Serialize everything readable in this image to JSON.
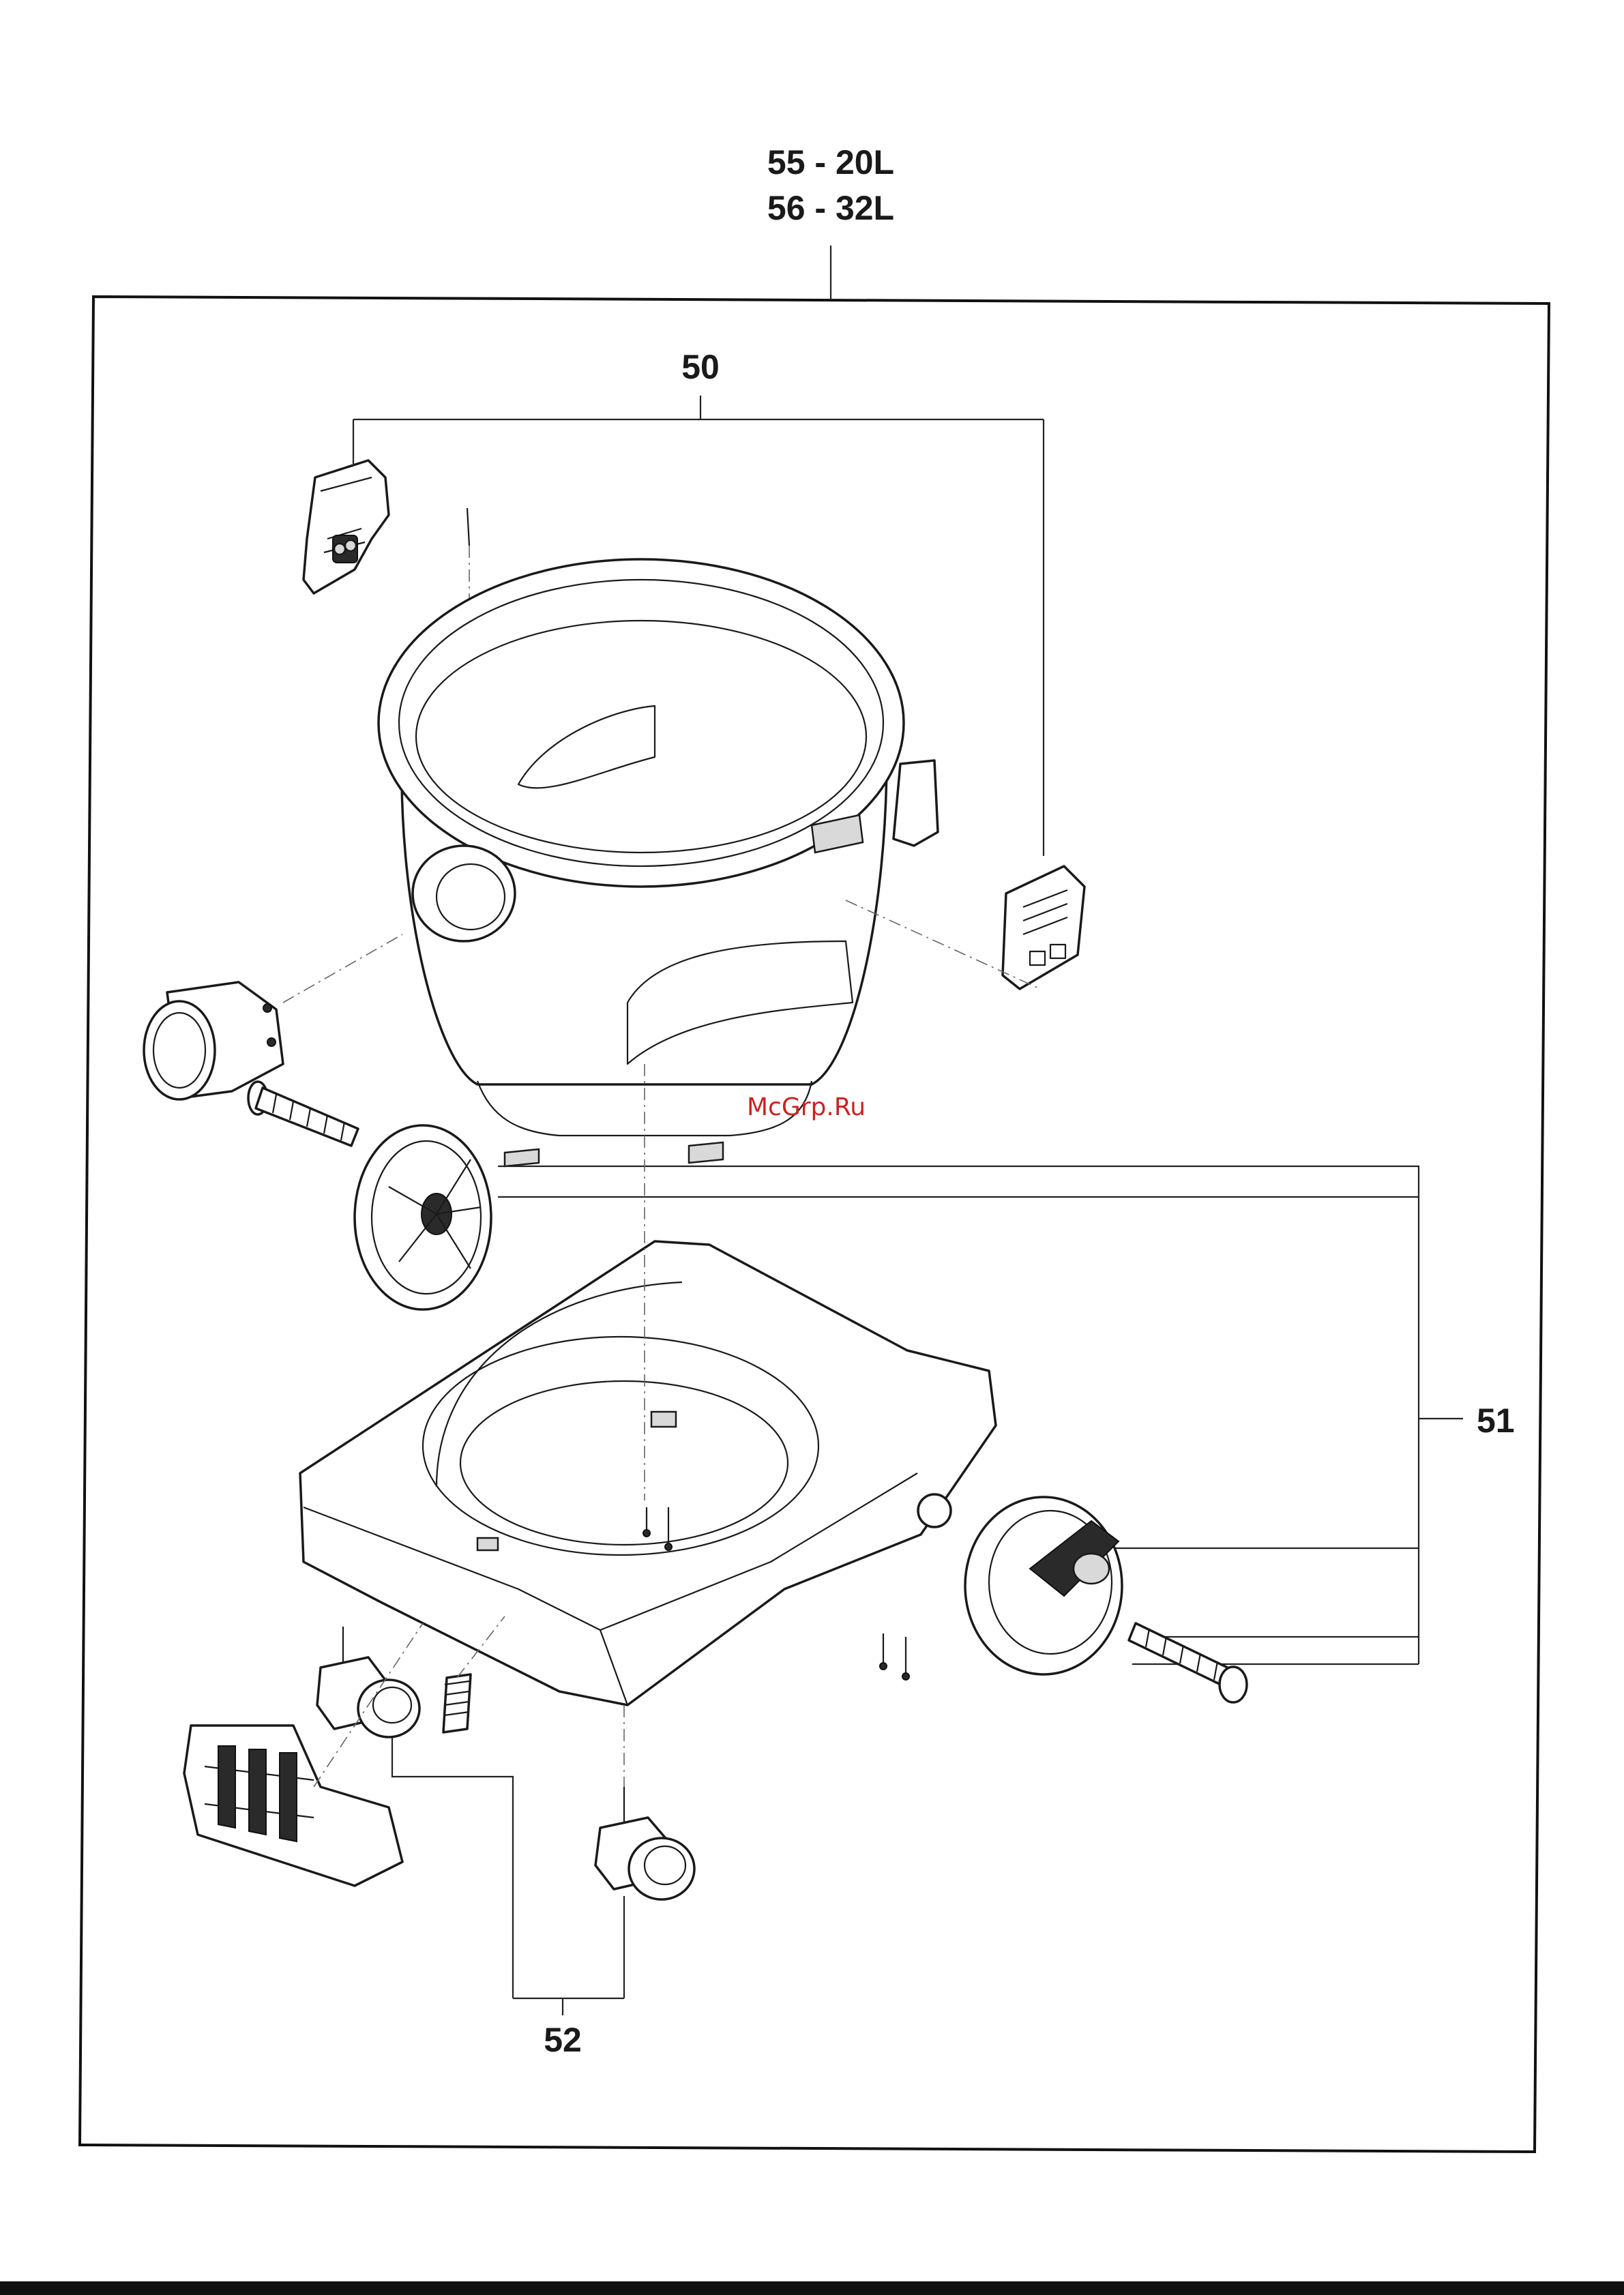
{
  "callouts": {
    "assembly_line_1": "55 - 20L",
    "assembly_line_2": "56 - 32L",
    "tank": "50",
    "wheels": "51",
    "casters": "52"
  },
  "watermark": "McGrp.Ru",
  "colors": {
    "line": "#1a1a1a",
    "watermark": "#cc2222",
    "background": "#ffffff"
  }
}
